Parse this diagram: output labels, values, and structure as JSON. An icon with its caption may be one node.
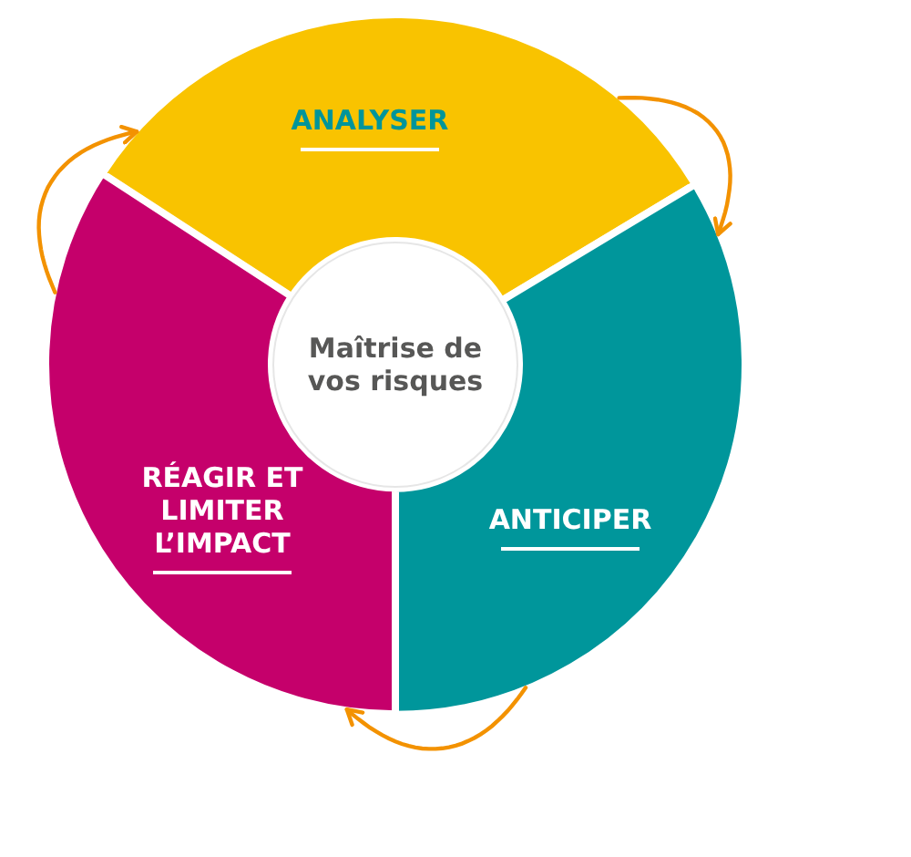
{
  "diagram": {
    "nodes": [
      {
        "text": [
          "Maîtrise de vos risques"
        ]
      },
      {
        "text": [
          "ANALYSER"
        ]
      },
      {
        "text": [
          "ANTICIPER"
        ]
      },
      {
        "text": [
          "RÉAGIR ET LIMITER L’IMPACT"
        ]
      }
    ],
    "edges": [
      {
        "from": 1,
        "to": 2,
        "arrow": "to"
      },
      {
        "from": 2,
        "to": 3,
        "arrow": "to"
      },
      {
        "from": 3,
        "to": 1,
        "arrow": "to"
      }
    ]
  }
}
